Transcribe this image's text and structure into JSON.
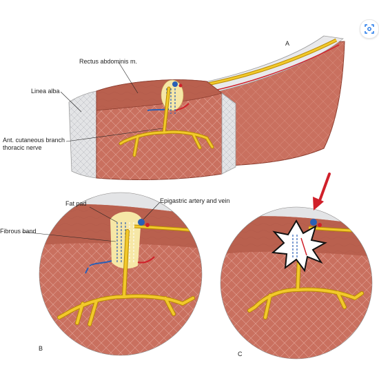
{
  "labels": {
    "rectus": "Rectus abdominis m.",
    "linea_alba": "Linea alba",
    "ant_cut_line1": "Ant. cutaneous branch",
    "ant_cut_line2": "thoracic nerve",
    "fat_pad": "Fat pad",
    "epigastric": "Epigastric artery and vein",
    "fibrous_band": "Fibrous band"
  },
  "panels": {
    "a": "A",
    "b": "B",
    "c": "C"
  },
  "toolbar": {
    "icon": "lens-search-icon"
  },
  "colors": {
    "muscle": "#c9705f",
    "muscle_dark": "#a8503f",
    "muscle_light": "#dc9a89",
    "fascia": "#e3e4e6",
    "fat": "#f6e7a6",
    "nerve": "#f2c92b",
    "nerve_outline": "#b88a00",
    "artery": "#d0202a",
    "vein": "#2a5fb5",
    "arrow": "#d0202a"
  }
}
